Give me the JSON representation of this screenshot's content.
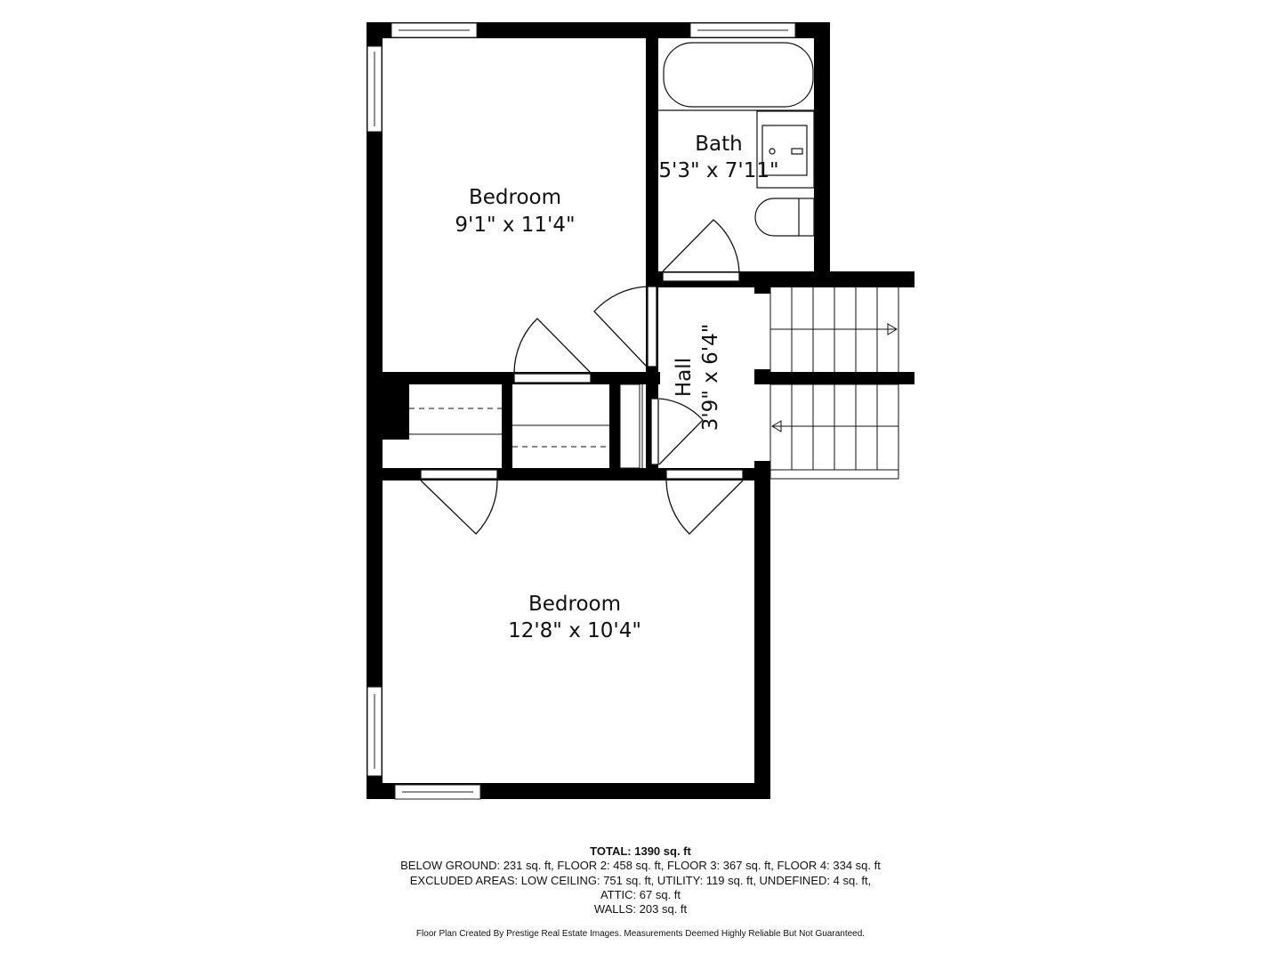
{
  "rooms": [
    {
      "name": "Bedroom",
      "dims": "9'1\" x 11'4\""
    },
    {
      "name": "Bath",
      "dims": "5'3\" x 7'11\""
    },
    {
      "name": "Hall",
      "dims": "3'9\" x 6'4\""
    },
    {
      "name": "Bedroom",
      "dims": "12'8\" x 10'4\""
    }
  ],
  "summary": {
    "total": "TOTAL: 1390 sq. ft",
    "floors": "BELOW GROUND: 231 sq. ft, FLOOR 2: 458 sq. ft, FLOOR 3: 367 sq. ft, FLOOR 4: 334 sq. ft",
    "excluded": "EXCLUDED AREAS: LOW CEILING: 751 sq. ft, UTILITY: 119 sq. ft, UNDEFINED: 4 sq. ft,",
    "attic": "ATTIC: 67 sq. ft",
    "walls": "WALLS: 203 sq. ft"
  },
  "credit": "Floor Plan Created By Prestige Real Estate Images. Measurements Deemed Highly Reliable But Not Guaranteed.",
  "colors": {
    "wall": "#000000",
    "background": "#ffffff"
  }
}
